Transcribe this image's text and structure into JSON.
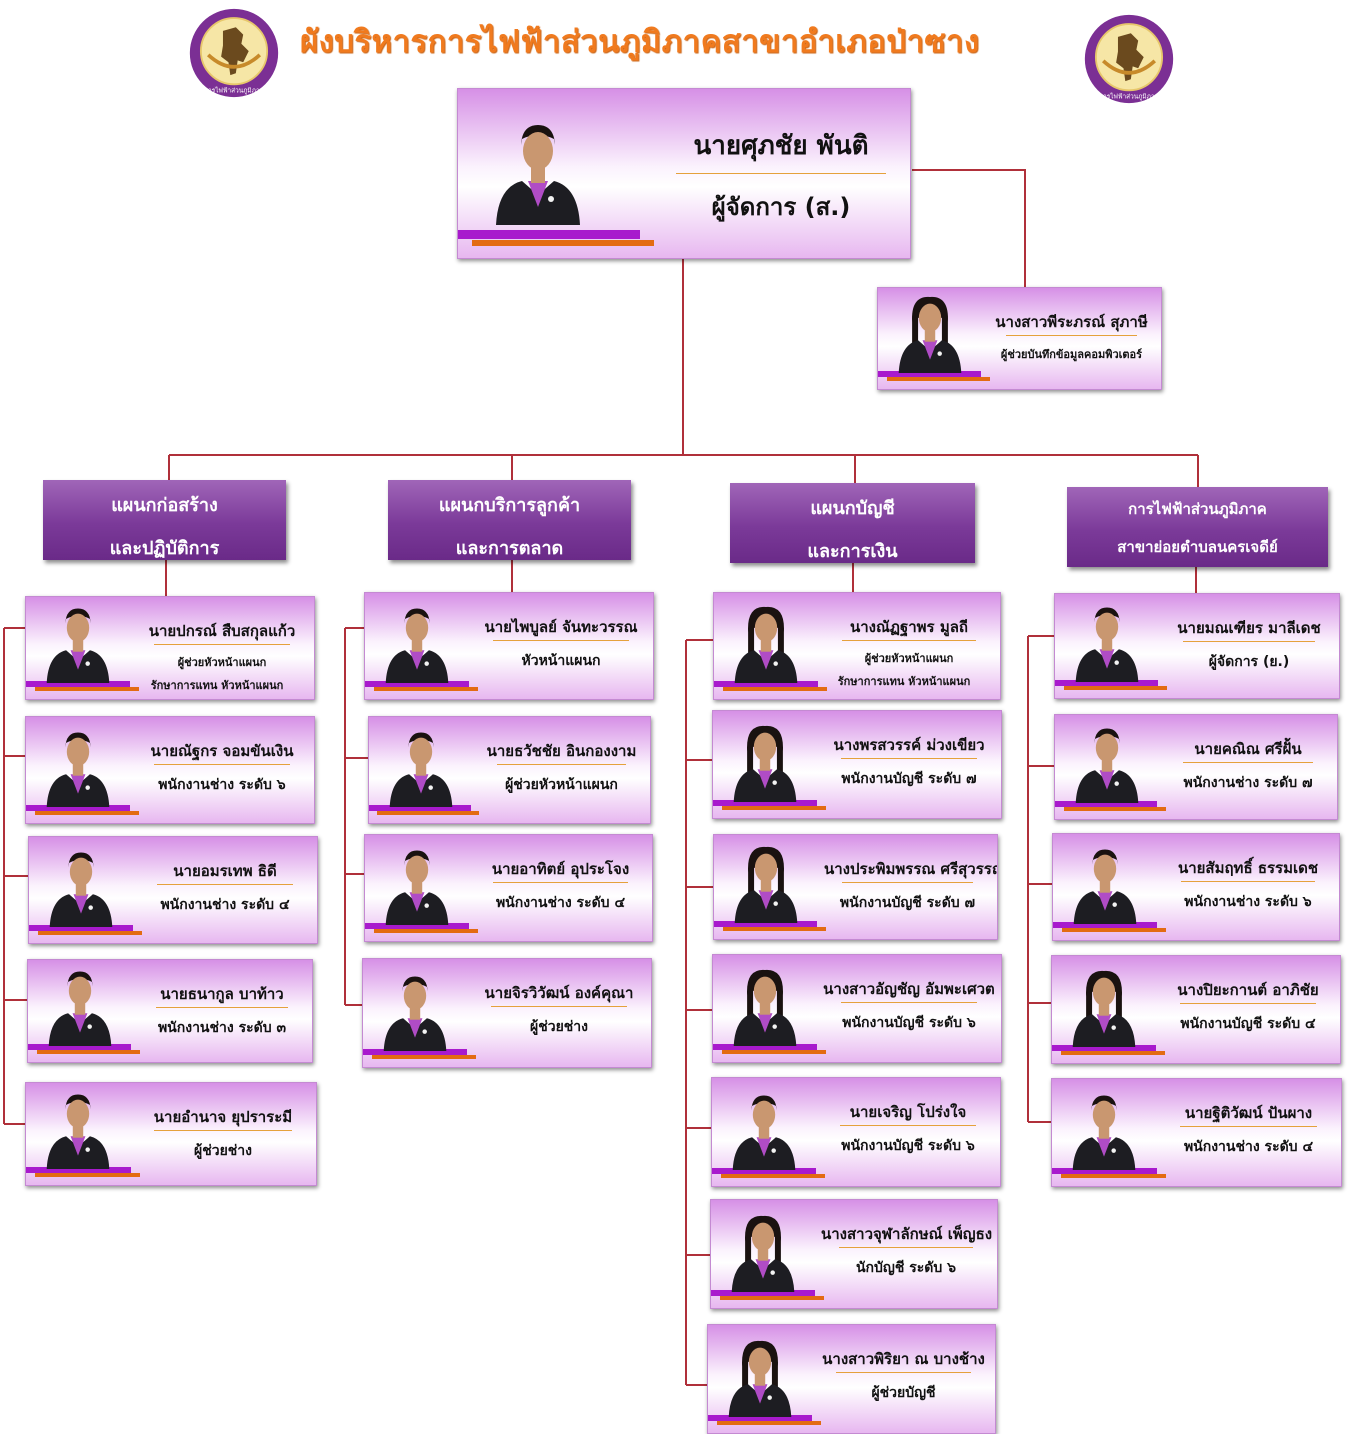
{
  "title": "ผังบริหารการไฟฟ้าส่วนภูมิภาคสาขาอำเภอป่าซาง",
  "logo": {
    "icon": "pea-seal-icon",
    "text": "การไฟฟ้าส่วนภูมิภาค"
  },
  "colors": {
    "title": "#f07a1e",
    "dept": "#7b3a99",
    "line": "#b0303a",
    "accent_purple": "#a81acd",
    "accent_orange": "#e36b12"
  },
  "manager": {
    "name": "นายศุภชัย พันติ",
    "role": "ผู้จัดการ (ส.)"
  },
  "assistant": {
    "name": "นางสาวพีระภรณ์ สุภาษี",
    "role": "ผู้ช่วยบันทึกข้อมูลคอมพิวเตอร์"
  },
  "departments": [
    {
      "line1": "แผนกก่อสร้าง",
      "line2": "และปฏิบัติการ",
      "members": [
        {
          "name": "นายปกรณ์ สืบสกุลแก้ว",
          "role": "ผู้ช่วยหัวหน้าแผนก",
          "role2": "รักษาการแทน หัวหน้าแผนก"
        },
        {
          "name": "นายณัฐกร จอมขันเงิน",
          "role": "พนักงานช่าง ระดับ ๖"
        },
        {
          "name": "นายอมรเทพ ธิดี",
          "role": "พนักงานช่าง ระดับ ๔"
        },
        {
          "name": "นายธนากูล บาท้าว",
          "role": "พนักงานช่าง ระดับ ๓"
        },
        {
          "name": "นายอำนาจ ยุปราระมี",
          "role": "ผู้ช่วยช่าง"
        }
      ]
    },
    {
      "line1": "แผนกบริการลูกค้า",
      "line2": "และการตลาด",
      "members": [
        {
          "name": "นายไพบูลย์ จันทะวรรณ",
          "role": "หัวหน้าแผนก"
        },
        {
          "name": "นายธวัชชัย อินกองงาม",
          "role": "ผู้ช่วยหัวหน้าแผนก"
        },
        {
          "name": "นายอาทิตย์ อุประโจง",
          "role": "พนักงานช่าง ระดับ ๔"
        },
        {
          "name": "นายจิรวิวัฒน์ องค์คุณา",
          "role": "ผู้ช่วยช่าง"
        }
      ]
    },
    {
      "line1": "แผนกบัญชี",
      "line2": "และการเงิน",
      "members": [
        {
          "name": "นางณัฏฐาพร มูลถี",
          "role": "ผู้ช่วยหัวหน้าแผนก",
          "role2": "รักษาการแทน หัวหน้าแผนก"
        },
        {
          "name": "นางพรสวรรค์ ม่วงเขียว",
          "role": "พนักงานบัญชี ระดับ ๗"
        },
        {
          "name": "นางประพิมพรรณ ศรีสุวรรณ์",
          "role": "พนักงานบัญชี ระดับ ๗"
        },
        {
          "name": "นางสาวอัญชัญ อัมพะเศวต",
          "role": "พนักงานบัญชี ระดับ ๖"
        },
        {
          "name": "นายเจริญ โปร่งใจ",
          "role": "พนักงานบัญชี ระดับ ๖"
        },
        {
          "name": "นางสาวจุฬาลักษณ์ เพ็ญธง",
          "role": "นักบัญชี ระดับ ๖"
        },
        {
          "name": "นางสาวพิริยา ณ บางช้าง",
          "role": "ผู้ช่วยบัญชี"
        }
      ]
    },
    {
      "line1": "การไฟฟ้าส่วนภูมิภาค",
      "line2": "สาขาย่อยตำบลนครเจดีย์",
      "members": [
        {
          "name": "นายมณเฑียร มาลีเดช",
          "role": "ผู้จัดการ (ย.)"
        },
        {
          "name": "นายคณิณ ศรีฝั้น",
          "role": "พนักงานช่าง ระดับ ๗"
        },
        {
          "name": "นายสัมฤทธิ์ ธรรมเดช",
          "role": "พนักงานช่าง ระดับ ๖"
        },
        {
          "name": "นางปิยะกานต์ อาภิชัย",
          "role": "พนักงานบัญชี ระดับ ๔"
        },
        {
          "name": "นายฐิติวัฒน์ ปันผาง",
          "role": "พนักงานช่าง ระดับ ๔"
        }
      ]
    }
  ]
}
